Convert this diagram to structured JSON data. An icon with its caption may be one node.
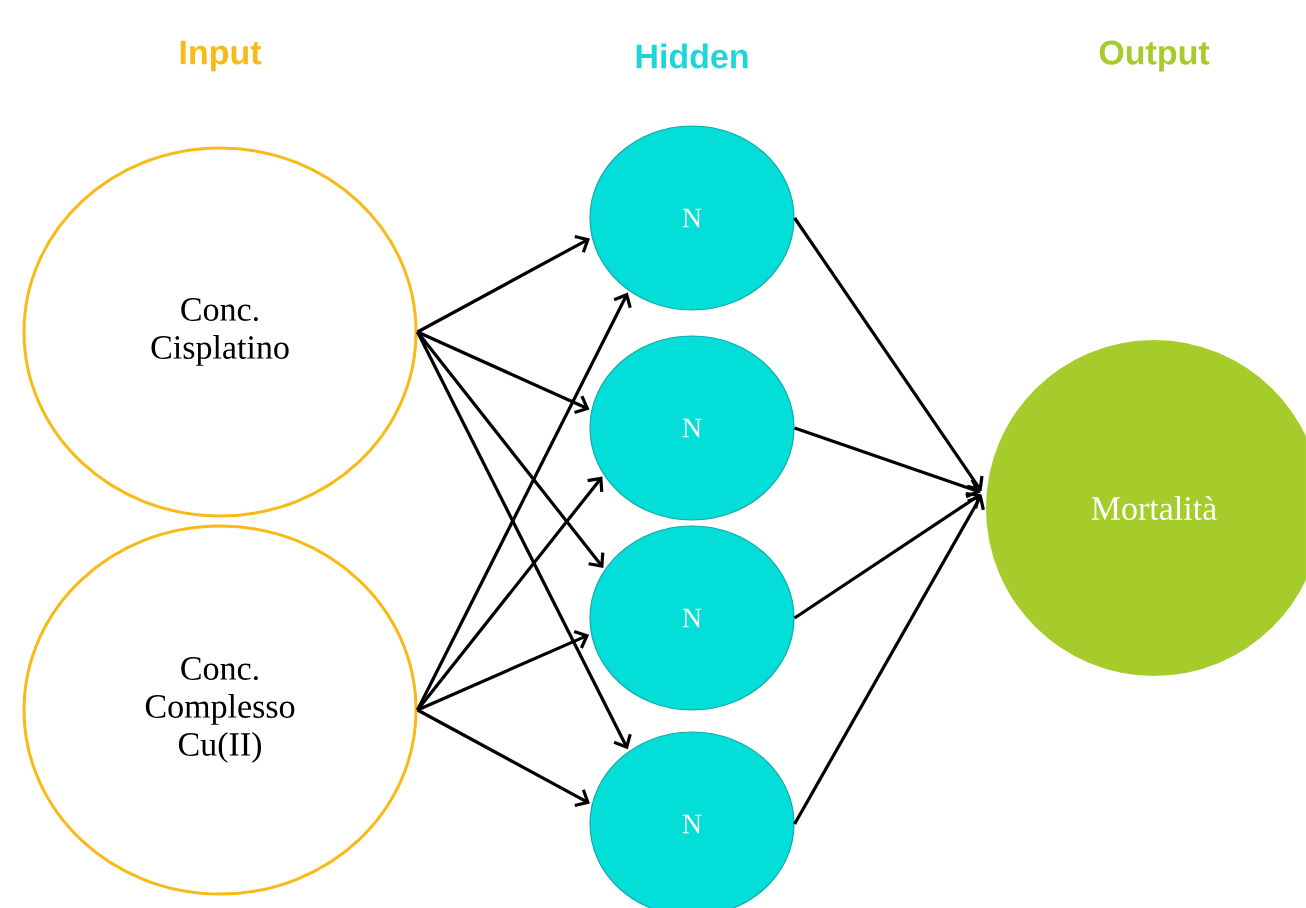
{
  "diagram": {
    "nodes": [
      {
        "text": [
          "Conc. Cisplatino"
        ]
      },
      {
        "text": [
          "Conc. Complesso Cu(II)"
        ]
      },
      {
        "text": [
          "N"
        ]
      },
      {
        "text": [
          "N"
        ]
      },
      {
        "text": [
          "N"
        ]
      },
      {
        "text": [
          "N"
        ]
      },
      {
        "text": [
          "Mortalità"
        ]
      }
    ],
    "edges": [
      {
        "from": 0,
        "to": 2,
        "arrow": "to"
      },
      {
        "from": 0,
        "to": 3,
        "arrow": "to"
      },
      {
        "from": 0,
        "to": 4,
        "arrow": "to"
      },
      {
        "from": 0,
        "to": 5,
        "arrow": "to"
      },
      {
        "from": 1,
        "to": 2,
        "arrow": "to"
      },
      {
        "from": 1,
        "to": 3,
        "arrow": "to"
      },
      {
        "from": 1,
        "to": 4,
        "arrow": "to"
      },
      {
        "from": 1,
        "to": 5,
        "arrow": "to"
      },
      {
        "from": 2,
        "to": 6,
        "arrow": "to"
      },
      {
        "from": 3,
        "to": 6,
        "arrow": "to"
      },
      {
        "from": 4,
        "to": 6,
        "arrow": "to"
      },
      {
        "from": 5,
        "to": 6,
        "arrow": "to"
      }
    ],
    "labels": [
      "Input",
      "Hidden",
      "Output"
    ]
  }
}
